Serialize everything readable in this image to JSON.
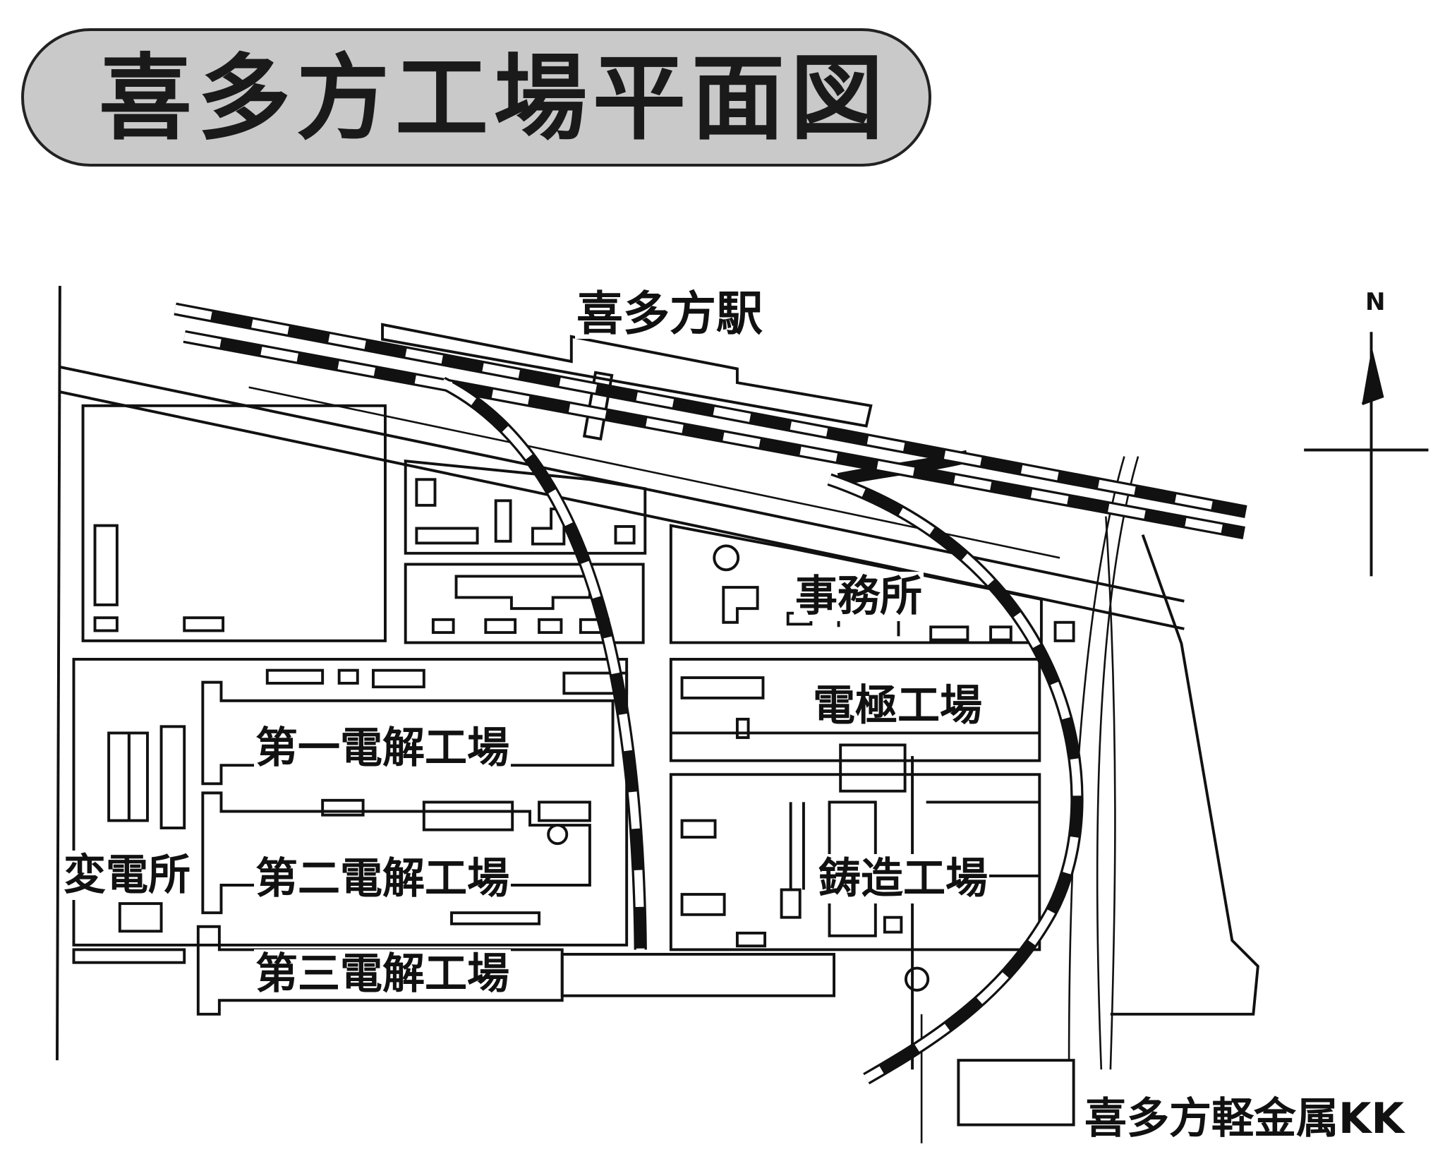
{
  "title": "喜多方工場平面図",
  "compass": {
    "north_label": "N"
  },
  "labels": {
    "station": "喜多方駅",
    "office": "事務所",
    "electrode_plant": "電極工場",
    "first_electrolysis": "第一電解工場",
    "second_electrolysis": "第二電解工場",
    "third_electrolysis": "第三電解工場",
    "substation": "変電所",
    "casting_plant": "鋳造工場",
    "light_metal_company": "喜多方軽金属KK"
  }
}
